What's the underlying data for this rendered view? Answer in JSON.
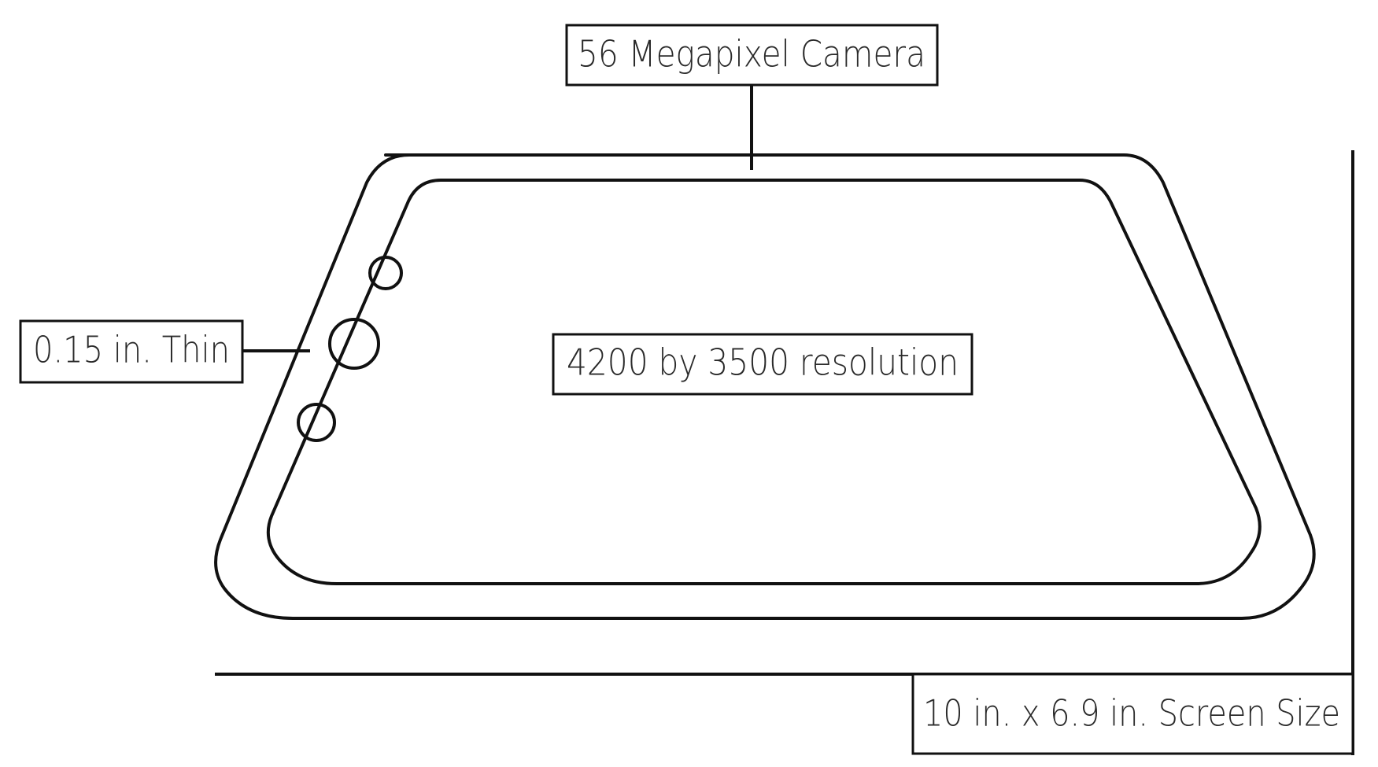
{
  "labels": {
    "camera": "56 Megapixel Camera",
    "thickness": "0.15 in. Thin",
    "resolution": "4200 by 3500 resolution",
    "screen_size": "10 in. x 6.9 in. Screen Size"
  },
  "icons": [
    "camera-lens-icon",
    "button-icon"
  ],
  "colors": {
    "line": "#111111",
    "text": "#2a2a2a",
    "background": "#ffffff"
  }
}
